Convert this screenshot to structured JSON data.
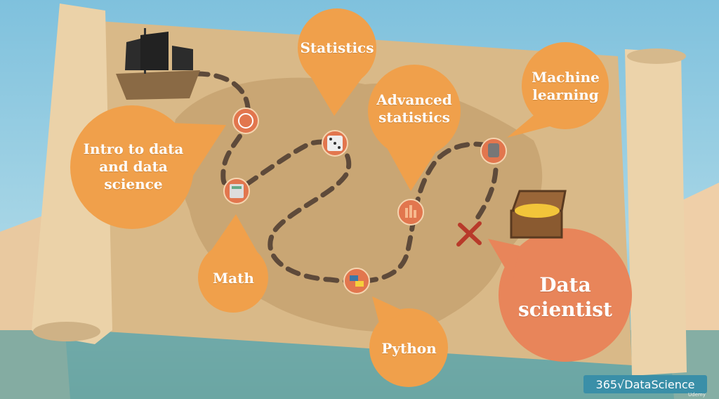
{
  "title": "Data science roadmap",
  "stops": [
    {
      "label": "Intro to data and data science",
      "icon": "globe-icon"
    },
    {
      "label": "Math",
      "icon": "calculator-icon"
    },
    {
      "label": "Statistics",
      "icon": "dice-icon"
    },
    {
      "label": "Python",
      "icon": "python-icon"
    },
    {
      "label": "Advanced statistics",
      "icon": "bar-chart-icon"
    },
    {
      "label": "Machine learning",
      "icon": "robot-icon"
    },
    {
      "label": "Data scientist",
      "icon": "treasure-chest-icon"
    }
  ],
  "logo": {
    "text": "365√DataScience",
    "watermark": "Udemy"
  },
  "colors": {
    "bubble": "#f0a04b",
    "goal_bubble": "#e8855a",
    "icon_circle": "#e2764e",
    "path": "#5e4a3a",
    "sky": "#86c6df",
    "sea": "#6ea9a6",
    "parchment": "#d8b886"
  }
}
